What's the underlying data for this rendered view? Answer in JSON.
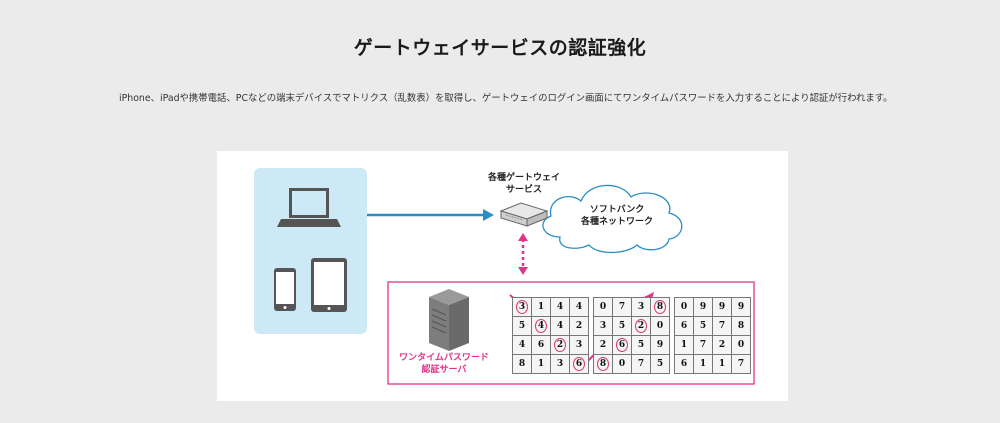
{
  "page": {
    "title": "ゲートウェイサービスの認証強化",
    "description": "iPhone、iPadや携帯電話、PCなどの端末デバイスでマトリクス（乱数表）を取得し、ゲートウェイのログイン画面にてワンタイムパスワードを入力することにより認証が行われます。"
  },
  "diagram": {
    "gateway_label_line1": "各種ゲートウェイ",
    "gateway_label_line2": "サービス",
    "network_label_line1": "ソフトバンク",
    "network_label_line2": "各種ネットワーク",
    "server_label_line1": "ワンタイムパスワード",
    "server_label_line2": "認証サーバ",
    "icons": [
      "laptop-icon",
      "phone-icon",
      "tablet-icon",
      "router-icon",
      "cloud-icon",
      "server-icon"
    ],
    "colors": {
      "device_bg": "#cde9f6",
      "arrow_blue": "#2a8dc5",
      "pink": "#e2338a"
    },
    "matrices": [
      {
        "rows": [
          [
            "3",
            "1",
            "4",
            "4"
          ],
          [
            "5",
            "4",
            "4",
            "2"
          ],
          [
            "4",
            "6",
            "2",
            "3"
          ],
          [
            "8",
            "1",
            "3",
            "6"
          ]
        ],
        "circled": [
          [
            0,
            0
          ],
          [
            1,
            1
          ],
          [
            2,
            2
          ],
          [
            3,
            3
          ]
        ]
      },
      {
        "rows": [
          [
            "0",
            "7",
            "3",
            "8"
          ],
          [
            "3",
            "5",
            "2",
            "0"
          ],
          [
            "2",
            "6",
            "5",
            "9"
          ],
          [
            "8",
            "0",
            "7",
            "5"
          ]
        ],
        "circled": [
          [
            0,
            3
          ],
          [
            1,
            2
          ],
          [
            2,
            1
          ],
          [
            3,
            0
          ]
        ]
      },
      {
        "rows": [
          [
            "0",
            "9",
            "9",
            "9"
          ],
          [
            "6",
            "5",
            "7",
            "8"
          ],
          [
            "1",
            "7",
            "2",
            "0"
          ],
          [
            "6",
            "1",
            "1",
            "7"
          ]
        ],
        "circled": []
      }
    ]
  }
}
